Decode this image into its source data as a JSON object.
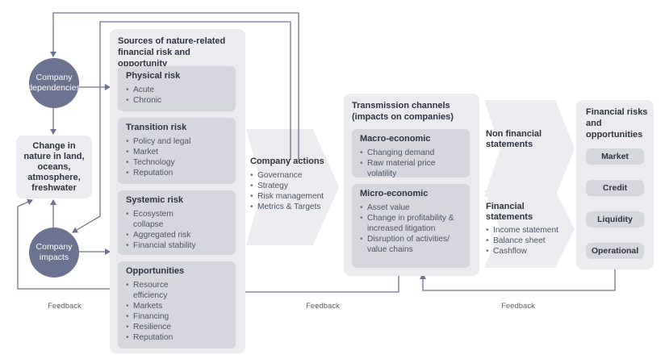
{
  "dependencies_circle": {
    "label": "Company dependencies"
  },
  "impacts_circle": {
    "label": "Company impacts"
  },
  "nature_change": {
    "label": "Change in nature in land, oceans, atmosphere, freshwater"
  },
  "sources_panel": {
    "title": "Sources of nature-related financial risk and opportunity",
    "physical": {
      "title": "Physical risk",
      "items": [
        "Acute",
        "Chronic"
      ]
    },
    "transition": {
      "title": "Transition risk",
      "items": [
        "Policy and legal",
        "Market",
        "Technology",
        "Reputation"
      ]
    },
    "systemic": {
      "title": "Systemic risk",
      "items": [
        "Ecosystem collapse",
        "Aggregated risk",
        "Financial stability"
      ]
    },
    "opportunities": {
      "title": "Opportunities",
      "items": [
        "Resource efficiency",
        "Markets",
        "Financing",
        "Resilience",
        "Reputation"
      ]
    }
  },
  "company_actions": {
    "title": "Company actions",
    "items": [
      "Governance",
      "Strategy",
      "Risk management",
      "Metrics & Targets"
    ]
  },
  "transmission_panel": {
    "title": "Transmission channels (impacts on companies)",
    "macro": {
      "title": "Macro-economic",
      "items": [
        "Changing demand",
        "Raw material price volatility"
      ]
    },
    "micro": {
      "title": "Micro-economic",
      "items": [
        "Asset value",
        "Change in profitability & increased litigation",
        "Disruption of activities/ value chains"
      ]
    }
  },
  "non_financial": {
    "title": "Non financial statements"
  },
  "financial_statements": {
    "title": "Financial statements",
    "items": [
      "Income statement",
      "Balance sheet",
      "Cashflow"
    ]
  },
  "financial_risks": {
    "title": "Financial risks and opportunities",
    "pills": [
      "Market",
      "Credit",
      "Liquidity",
      "Operational"
    ]
  },
  "feedback_labels": [
    "Feedback",
    "Feedback",
    "Feedback"
  ]
}
